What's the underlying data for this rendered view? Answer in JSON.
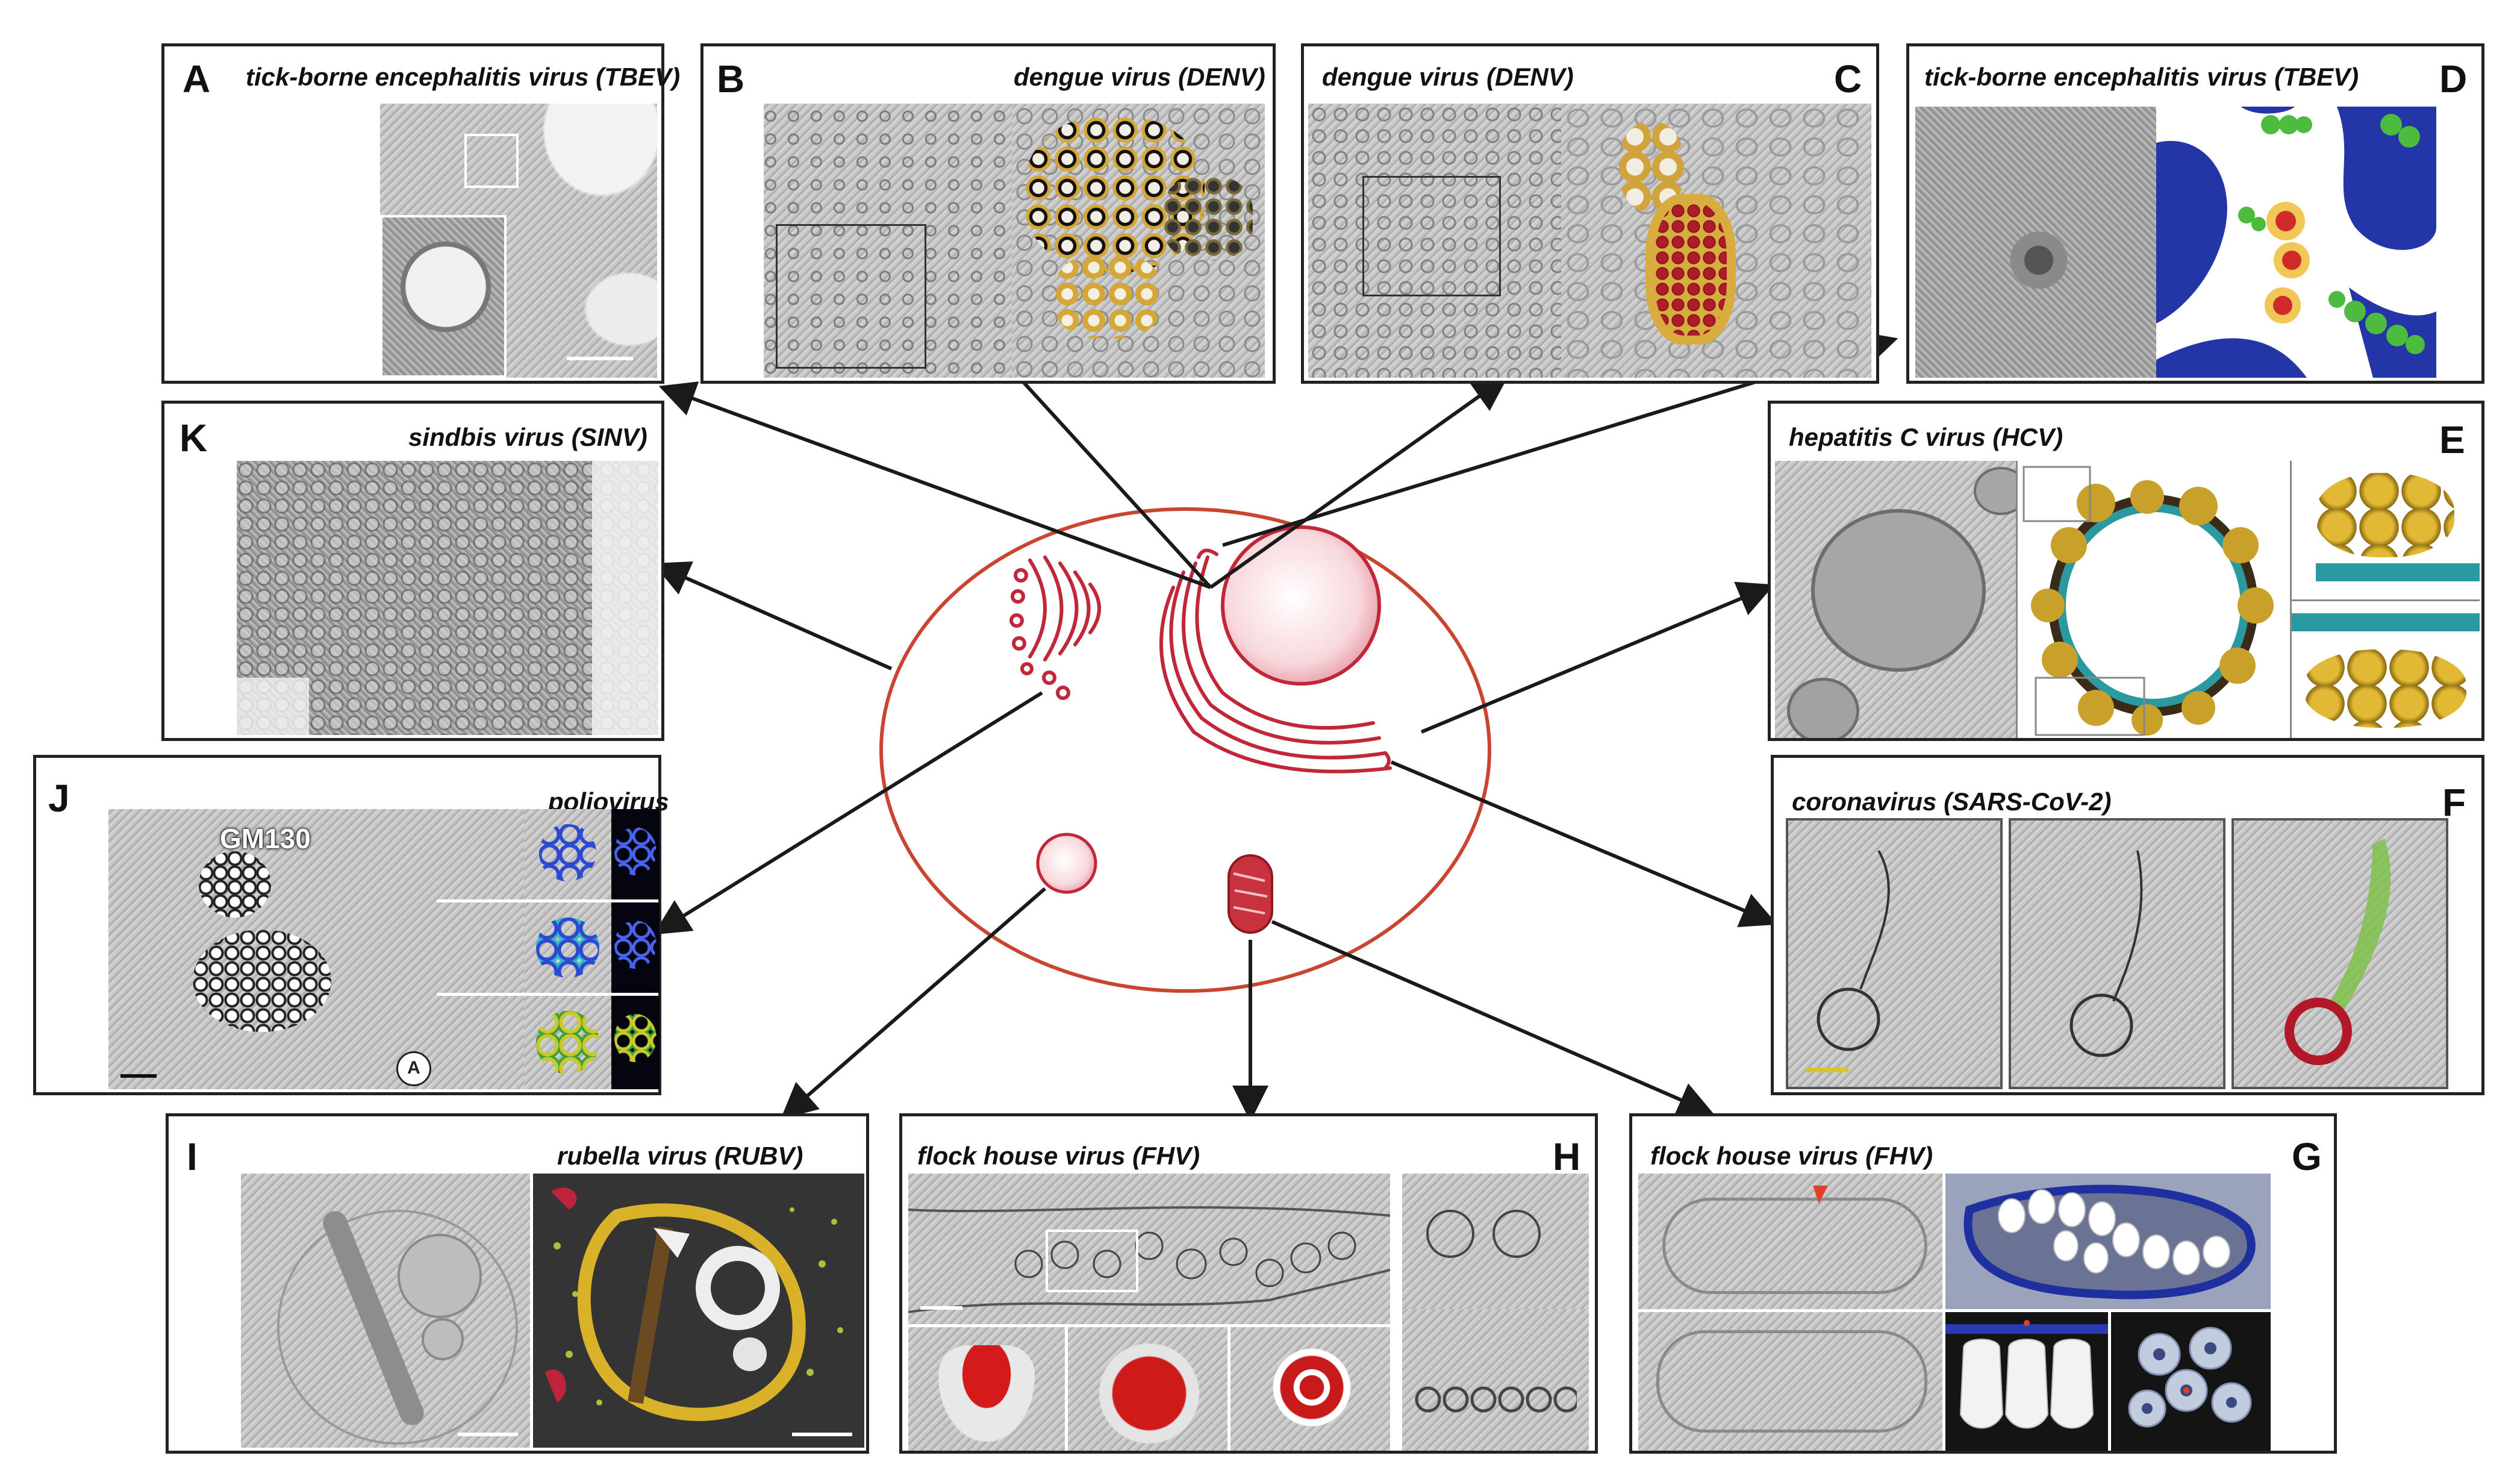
{
  "panels": {
    "A": {
      "letter": "A",
      "title": "tick-borne encephalitis virus (TBEV)"
    },
    "B": {
      "letter": "B",
      "title": "dengue virus (DENV)"
    },
    "C": {
      "letter": "C",
      "title": "dengue virus (DENV)"
    },
    "D": {
      "letter": "D",
      "title": "tick-borne encephalitis virus (TBEV)"
    },
    "K": {
      "letter": "K",
      "title": "sindbis virus (SINV)"
    },
    "E": {
      "letter": "E",
      "title": "hepatitis C virus (HCV)"
    },
    "J": {
      "letter": "J",
      "title": "poliovirus",
      "inset_label": "GM130",
      "circle_label": "A"
    },
    "F": {
      "letter": "F",
      "title": "coronavirus (SARS-CoV-2)"
    },
    "I": {
      "letter": "I",
      "title": "rubella virus (RUBV)"
    },
    "H": {
      "letter": "H",
      "title": "flock house virus (FHV)"
    },
    "G": {
      "letter": "G",
      "title": "flock house virus (FHV)"
    }
  },
  "colors": {
    "cell_membrane": "#c9452f",
    "organelle": "#c0283a",
    "nucleus_fill": "#f4b6bd",
    "arrow": "#1a1a1a",
    "panel_border": "#222222"
  }
}
